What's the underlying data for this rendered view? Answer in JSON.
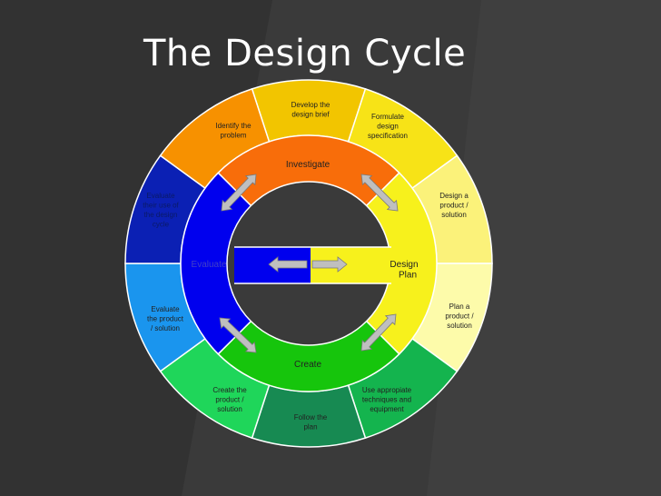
{
  "slide": {
    "title": "The Design Cycle",
    "background_color": "#3a3a3a",
    "panel_color": "#2b2b2b"
  },
  "cycle": {
    "outer_segments": [
      {
        "id": "develop-brief",
        "lines": [
          "Develop the",
          "design brief"
        ],
        "color": "#f2c500"
      },
      {
        "id": "formulate-spec",
        "lines": [
          "Formulate",
          "design",
          "specification"
        ],
        "color": "#f7e317"
      },
      {
        "id": "design-product",
        "lines": [
          "Design a",
          "product /",
          "solution"
        ],
        "color": "#fbf27a"
      },
      {
        "id": "plan-product",
        "lines": [
          "Plan a",
          "product  /",
          "solution"
        ],
        "color": "#fdfbaa"
      },
      {
        "id": "use-techniques",
        "lines": [
          "Use appropiate",
          "techniques and",
          "equipment"
        ],
        "color": "#14b44e"
      },
      {
        "id": "follow-plan",
        "lines": [
          "Follow the",
          "plan"
        ],
        "color": "#178a52"
      },
      {
        "id": "create-product",
        "lines": [
          "Create the",
          "product /",
          "solution"
        ],
        "color": "#1fd65a"
      },
      {
        "id": "evaluate-product",
        "lines": [
          "Evaluate",
          "the product",
          "/ solution"
        ],
        "color": "#1a95ee"
      },
      {
        "id": "evaluate-use",
        "lines": [
          "Evaluate",
          "their use of",
          "the design",
          "cycle"
        ],
        "color": "#0b20b4"
      },
      {
        "id": "identify-problem",
        "lines": [
          "Identify the",
          "problem"
        ],
        "color": "#f79100"
      }
    ],
    "stages": [
      {
        "id": "investigate",
        "label": "Investigate",
        "color": "#f86d0a"
      },
      {
        "id": "design",
        "label": "Design\nPlan",
        "color": "#f7f11c"
      },
      {
        "id": "create",
        "label": "Create",
        "color": "#16c50c"
      },
      {
        "id": "evaluate",
        "label": "Evaluate",
        "color": "#0000ee"
      }
    ],
    "arrow_color": "#bfbfbf"
  }
}
